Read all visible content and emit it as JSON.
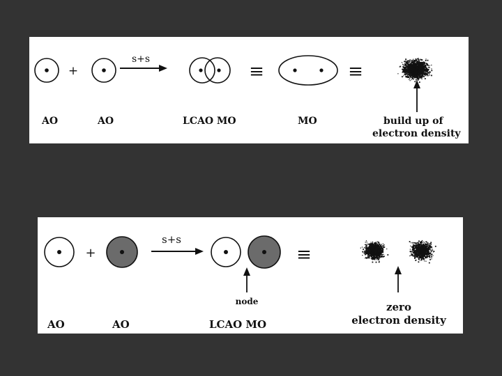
{
  "bonding": {
    "operator": "s+s",
    "plus": "+",
    "equiv": "≡",
    "labels": {
      "ao1": "AO",
      "ao2": "AO",
      "lcao": "LCAO MO",
      "mo": "MO",
      "density_line1": "build up of",
      "density_line2": "electron density"
    }
  },
  "antibonding": {
    "operator": "s+s",
    "plus": "+",
    "equiv": "≡",
    "labels": {
      "ao1": "AO",
      "ao2": "AO",
      "lcao": "LCAO MO",
      "node": "node",
      "density_line1": "zero",
      "density_line2": "electron density"
    }
  },
  "colors": {
    "background": "#333333",
    "panel": "#ffffff",
    "shaded_orbital": "#6b6b6b",
    "ink": "#111111"
  }
}
